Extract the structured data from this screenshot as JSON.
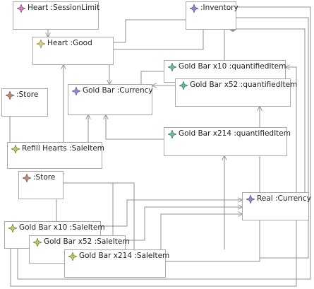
{
  "colors": {
    "border": "#a9a9a9",
    "line": "#909090",
    "gem_pink": "#d87ac8",
    "gem_purple": "#9a86d8",
    "gem_yellow": "#d7d07a",
    "gem_teal": "#6ab9a4",
    "gem_brown": "#b88a78",
    "gem_green": "#b6cc6a"
  },
  "nodes": {
    "heart_session_limit": {
      "label": "Heart :SessionLimit",
      "icon": "pink-diamond-icon"
    },
    "inventory": {
      "label": ":Inventory",
      "icon": "purple-diamond-icon"
    },
    "heart_good": {
      "label": "Heart :Good",
      "icon": "yellow-diamond-icon"
    },
    "gold_bar_x10_quantified": {
      "label": "Gold Bar x10 :quantifiedItem",
      "icon": "teal-diamond-icon"
    },
    "gold_bar_x52_quantified": {
      "label": "Gold Bar x52 :quantifiedItem",
      "icon": "teal-diamond-icon"
    },
    "store_top": {
      "label": ":Store",
      "icon": "brown-diamond-icon"
    },
    "gold_bar_currency": {
      "label": "Gold Bar :Currency",
      "icon": "purple-diamond-icon"
    },
    "gold_bar_x214_quantified": {
      "label": "Gold Bar x214 :quantifiedItem",
      "icon": "teal-diamond-icon"
    },
    "refill_hearts_saleitem": {
      "label": "Refill Hearts :SaleItem",
      "icon": "green-diamond-icon"
    },
    "store_bottom": {
      "label": ":Store",
      "icon": "brown-diamond-icon"
    },
    "real_currency": {
      "label": "Real :Currency",
      "icon": "purple-diamond-icon"
    },
    "gold_bar_x10_saleitem": {
      "label": "Gold Bar x10 :SaleItem",
      "icon": "green-diamond-icon"
    },
    "gold_bar_x52_saleitem": {
      "label": "Gold Bar x52 :SaleItem",
      "icon": "green-diamond-icon"
    },
    "gold_bar_x214_saleitem": {
      "label": "Gold Bar x214 :SaleItem",
      "icon": "green-diamond-icon"
    }
  }
}
